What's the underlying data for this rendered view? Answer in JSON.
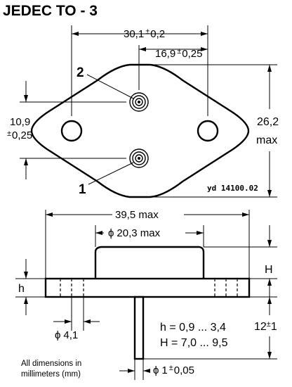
{
  "title": "JEDEC TO - 3",
  "top_view": {
    "dim_width": "30,1",
    "dim_width_tol": "0,2",
    "dim_hole_spacing": "16,9",
    "dim_hole_spacing_tol": "0,25",
    "dim_pin_spacing": "10,9",
    "dim_pin_spacing_tol": "0,25",
    "dim_height": "26,2",
    "dim_height_suffix": "max",
    "pin_label_2": "2",
    "pin_label_1": "1",
    "drawing_code": "yd 14100.02"
  },
  "side_view": {
    "dim_length": "39,5 max",
    "dim_cap_diameter": "20,3 max",
    "dim_cap_diameter_symbol": "ϕ",
    "label_H": "H",
    "label_h": "h",
    "dim_hole_diameter": "4,1",
    "dim_hole_diameter_symbol": "ϕ",
    "dim_lead_length": "12",
    "dim_lead_length_tol": "1",
    "dim_lead_diameter": "1",
    "dim_lead_diameter_tol": "0,05",
    "dim_lead_diameter_symbol": "ϕ",
    "range_h": "h = 0,9 ... 3,4",
    "range_H": "H = 7,0 ... 9,5",
    "note_line1": "All dimensions in",
    "note_line2": "millimeters (mm)"
  }
}
